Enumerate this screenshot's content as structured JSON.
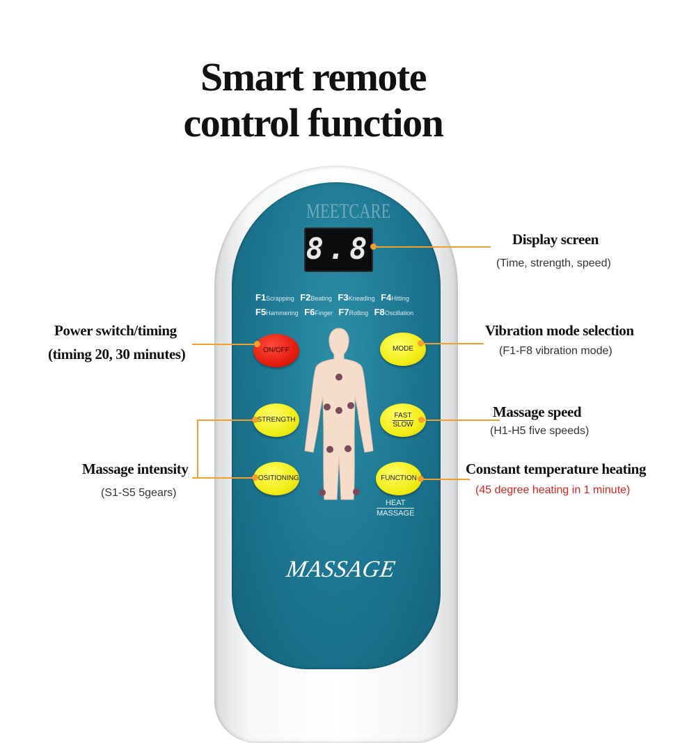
{
  "title": {
    "line1": "Smart remote",
    "line2": "control function"
  },
  "remote": {
    "brand": "MEETCARE",
    "display_digits": "8.8",
    "modes_row1": [
      {
        "code": "F1",
        "label": "Scrapping"
      },
      {
        "code": "F2",
        "label": "Beating"
      },
      {
        "code": "F3",
        "label": "Kneading"
      },
      {
        "code": "F4",
        "label": "Hitting"
      }
    ],
    "modes_row2": [
      {
        "code": "F5",
        "label": "Hammering"
      },
      {
        "code": "F6",
        "label": "Finger"
      },
      {
        "code": "F7",
        "label": "Rolling"
      },
      {
        "code": "F8",
        "label": "Oscillation"
      }
    ],
    "buttons": {
      "onoff": "ON/OFF",
      "mode": "MODE",
      "strength": "STRENGTH",
      "fast": "FAST",
      "slow": "SLOW",
      "positioning": "POSITIONING",
      "function": "FUNCTION"
    },
    "heat_top": "HEAT",
    "heat_bottom": "MASSAGE",
    "massage_word": "MASSAGE"
  },
  "callouts": {
    "display": {
      "title": "Display screen",
      "sub": "(Time, strength, speed)"
    },
    "power": {
      "title": "Power switch/timing",
      "sub": "(timing 20, 30 minutes)"
    },
    "vibration": {
      "title": "Vibration mode selection",
      "sub": "(F1-F8 vibration mode)"
    },
    "speed": {
      "title": "Massage speed",
      "sub": "(H1-H5 five speeds)"
    },
    "intensity": {
      "title": "Massage intensity",
      "sub": "(S1-S5 5gears)"
    },
    "heating": {
      "title": "Constant temperature heating",
      "sub": "(45 degree heating in 1 minute)"
    }
  },
  "colors": {
    "panel": "#1c7590",
    "accent_line": "#f2a02a",
    "button_yellow": "#f2ec16",
    "button_red": "#e51d10",
    "heating_sub": "#e02020"
  }
}
